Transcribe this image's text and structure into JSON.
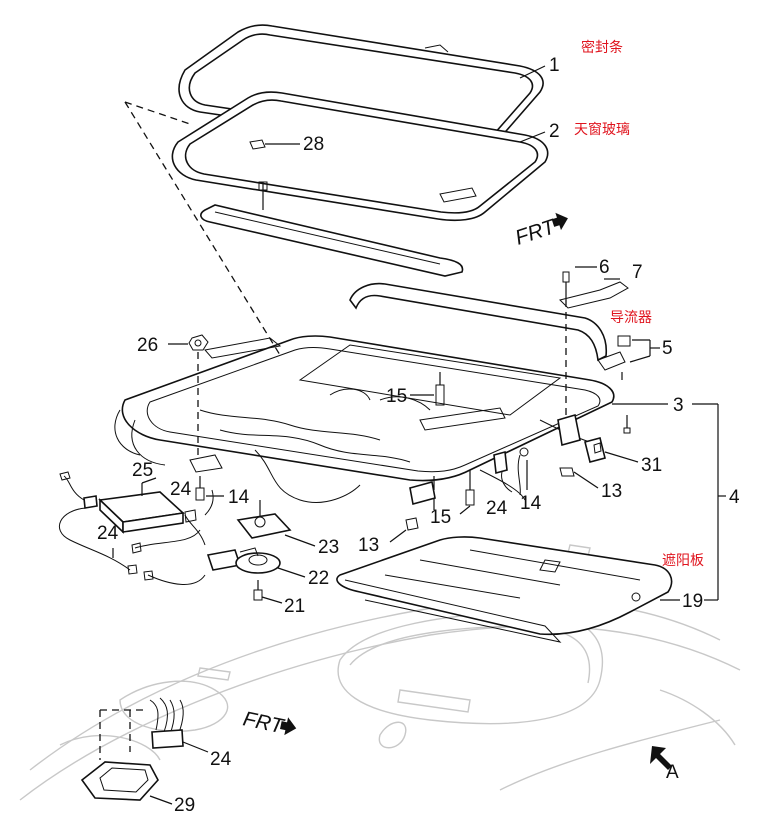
{
  "labels": {
    "n1": "1",
    "n2": "2",
    "n3": "3",
    "n4": "4",
    "n5": "5",
    "n6": "6",
    "n7": "7",
    "n13a": "13",
    "n13b": "13",
    "n14a": "14",
    "n14b": "14",
    "n15a": "15",
    "n15b": "15",
    "n19": "19",
    "n21": "21",
    "n22": "22",
    "n23": "23",
    "n24a": "24",
    "n24b": "24",
    "n24c": "24",
    "n24d": "24",
    "n25": "25",
    "n26": "26",
    "n28": "28",
    "n29": "29",
    "n31": "31",
    "frt_top": "FRT",
    "frt_bottom": "FRT",
    "view_a": "A"
  },
  "annotations": {
    "seal": "密封条",
    "sunroof_glass": "天窗玻璃",
    "deflector": "导流器",
    "sunshade": "遮阳板"
  },
  "colors": {
    "annotation": "#e0141e",
    "line": "#111111",
    "ghost": "#c8c8c8"
  }
}
